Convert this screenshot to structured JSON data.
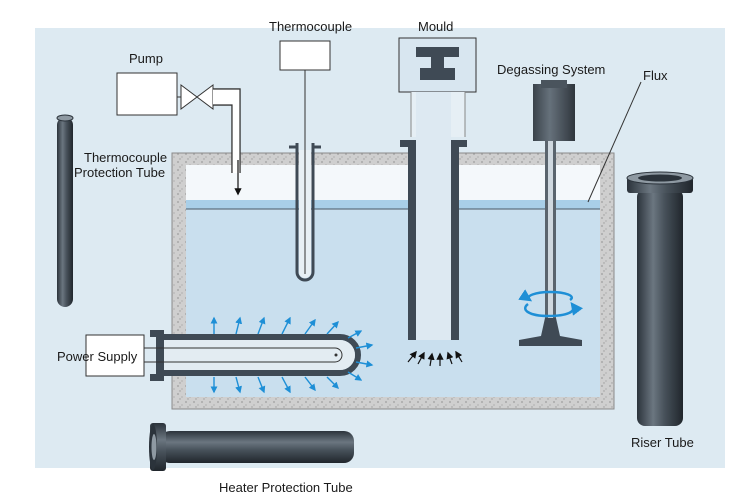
{
  "labels": {
    "thermocouple": "Thermocouple",
    "mould": "Mould",
    "pump": "Pump",
    "degassing_system": "Degassing System",
    "flux": "Flux",
    "thermocouple_protection_tube_line1": "Thermocouple",
    "thermocouple_protection_tube_line2": "Protection Tube",
    "power_supply": "Power Supply",
    "riser_tube": "Riser Tube",
    "heater_protection_tube": "Heater Protection Tube"
  },
  "colors": {
    "background": "#ddeaf2",
    "melt": "#c9dfee",
    "flux_layer": "#a9cfe8",
    "refractory": "#c9c9c9",
    "tube_dark": "#3f4a55",
    "arrow_blue": "#1e8fd6",
    "mould_fill": "#d8e6f0"
  }
}
